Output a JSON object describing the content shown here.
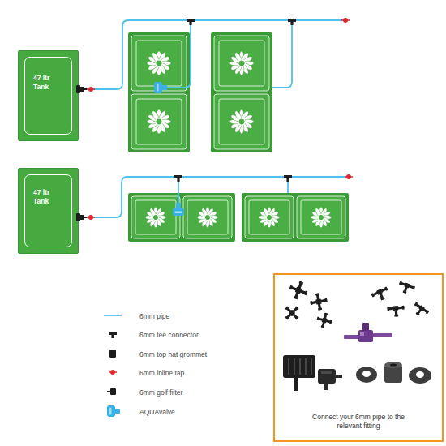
{
  "diagram": {
    "nodes": [
      {
        "text": [
          "47 ltr Tank"
        ]
      },
      {
        "text": [
          "47 ltr Tank"
        ]
      },
      {
        "text": [
          "Connect your 6mm pipe to the relevant fitting"
        ]
      }
    ],
    "legend": [
      {
        "text": "6mm pipe"
      },
      {
        "text": "6mm tee connector"
      },
      {
        "text": "6mm top hat grommet"
      },
      {
        "text": "6mm inline tap"
      },
      {
        "text": "6mm golf filter"
      },
      {
        "text": "AQUAvalve"
      }
    ]
  }
}
